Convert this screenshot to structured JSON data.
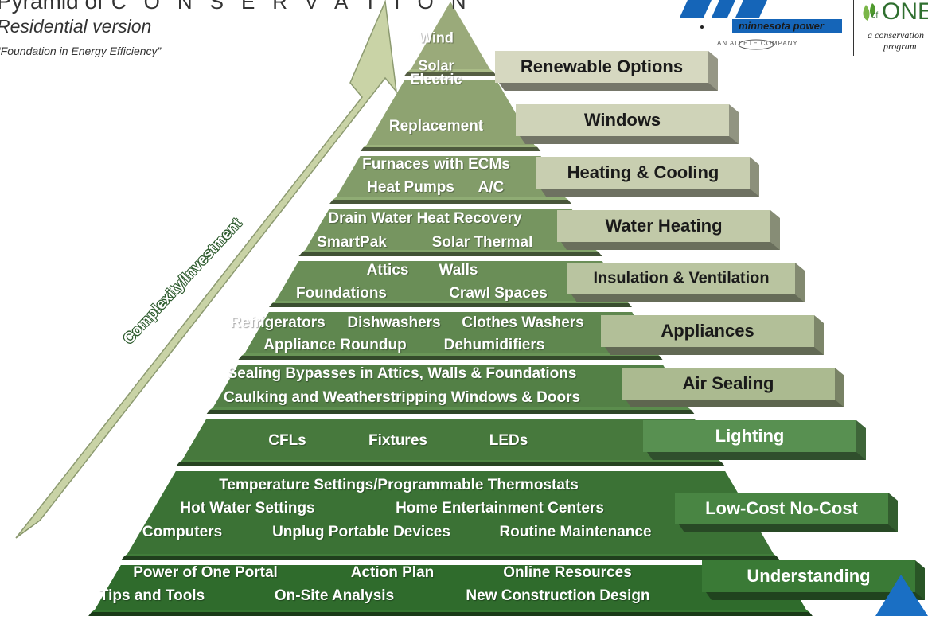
{
  "header": {
    "title_prefix": "Pyramid of",
    "title_spaced": "CONSERVATION",
    "subtitle": "Residential version",
    "tagline": "“Foundation in Energy Efficiency”"
  },
  "logos": {
    "minnesota_power": {
      "name": "minnesota power",
      "sub": "AN ALLETE COMPANY"
    },
    "power_of_one": {
      "of": "of",
      "one": "ONE",
      "sub_line1": "a conservation",
      "sub_line2": "program"
    }
  },
  "arrow": {
    "label": "Complexity/Investment"
  },
  "tiers": [
    {
      "label": "Renewable Options",
      "lines": [
        [
          "Wind"
        ],
        [
          "Solar"
        ],
        [
          "Electric"
        ]
      ]
    },
    {
      "label": "Windows",
      "lines": [
        [
          "Replacement"
        ]
      ]
    },
    {
      "label": "Heating & Cooling",
      "lines": [
        [
          "Furnaces with ECMs"
        ],
        [
          "Heat Pumps",
          "A/C"
        ]
      ]
    },
    {
      "label": "Water Heating",
      "lines": [
        [
          "Drain Water Heat Recovery"
        ],
        [
          "SmartPak",
          "Solar Thermal"
        ]
      ]
    },
    {
      "label": "Insulation & Ventilation",
      "lines": [
        [
          "Attics",
          "Walls"
        ],
        [
          "Foundations",
          "Crawl Spaces"
        ]
      ]
    },
    {
      "label": "Appliances",
      "lines": [
        [
          "Refrigerators",
          "Dishwashers",
          "Clothes Washers"
        ],
        [
          "Appliance Roundup",
          "Dehumidifiers"
        ]
      ]
    },
    {
      "label": "Air Sealing",
      "lines": [
        [
          "Sealing Bypasses in Attics, Walls & Foundations"
        ],
        [
          "Caulking and Weatherstripping Windows & Doors"
        ]
      ]
    },
    {
      "label": "Lighting",
      "lines": [
        [
          "CFLs",
          "Fixtures",
          "LEDs"
        ]
      ]
    },
    {
      "label": "Low-Cost No-Cost",
      "lines": [
        [
          "Temperature Settings/Programmable Thermostats"
        ],
        [
          "Hot Water Settings",
          "Home Entertainment Centers"
        ],
        [
          "Computers",
          "Unplug Portable Devices",
          "Routine Maintenance"
        ]
      ]
    },
    {
      "label": "Understanding",
      "lines": [
        [
          "Power of One Portal",
          "Action Plan",
          "Online Resources"
        ],
        [
          "Tips and Tools",
          "On-Site Analysis",
          "New Construction Design"
        ]
      ]
    }
  ],
  "colors": {
    "tier_light": "#9aaa7a",
    "tier_dark": "#2f6b2c",
    "label_light": "#d6d8c0",
    "label_dark": "#3a7a36",
    "arrow": "#c9d3a6",
    "mp_blue": "#1565b8"
  }
}
